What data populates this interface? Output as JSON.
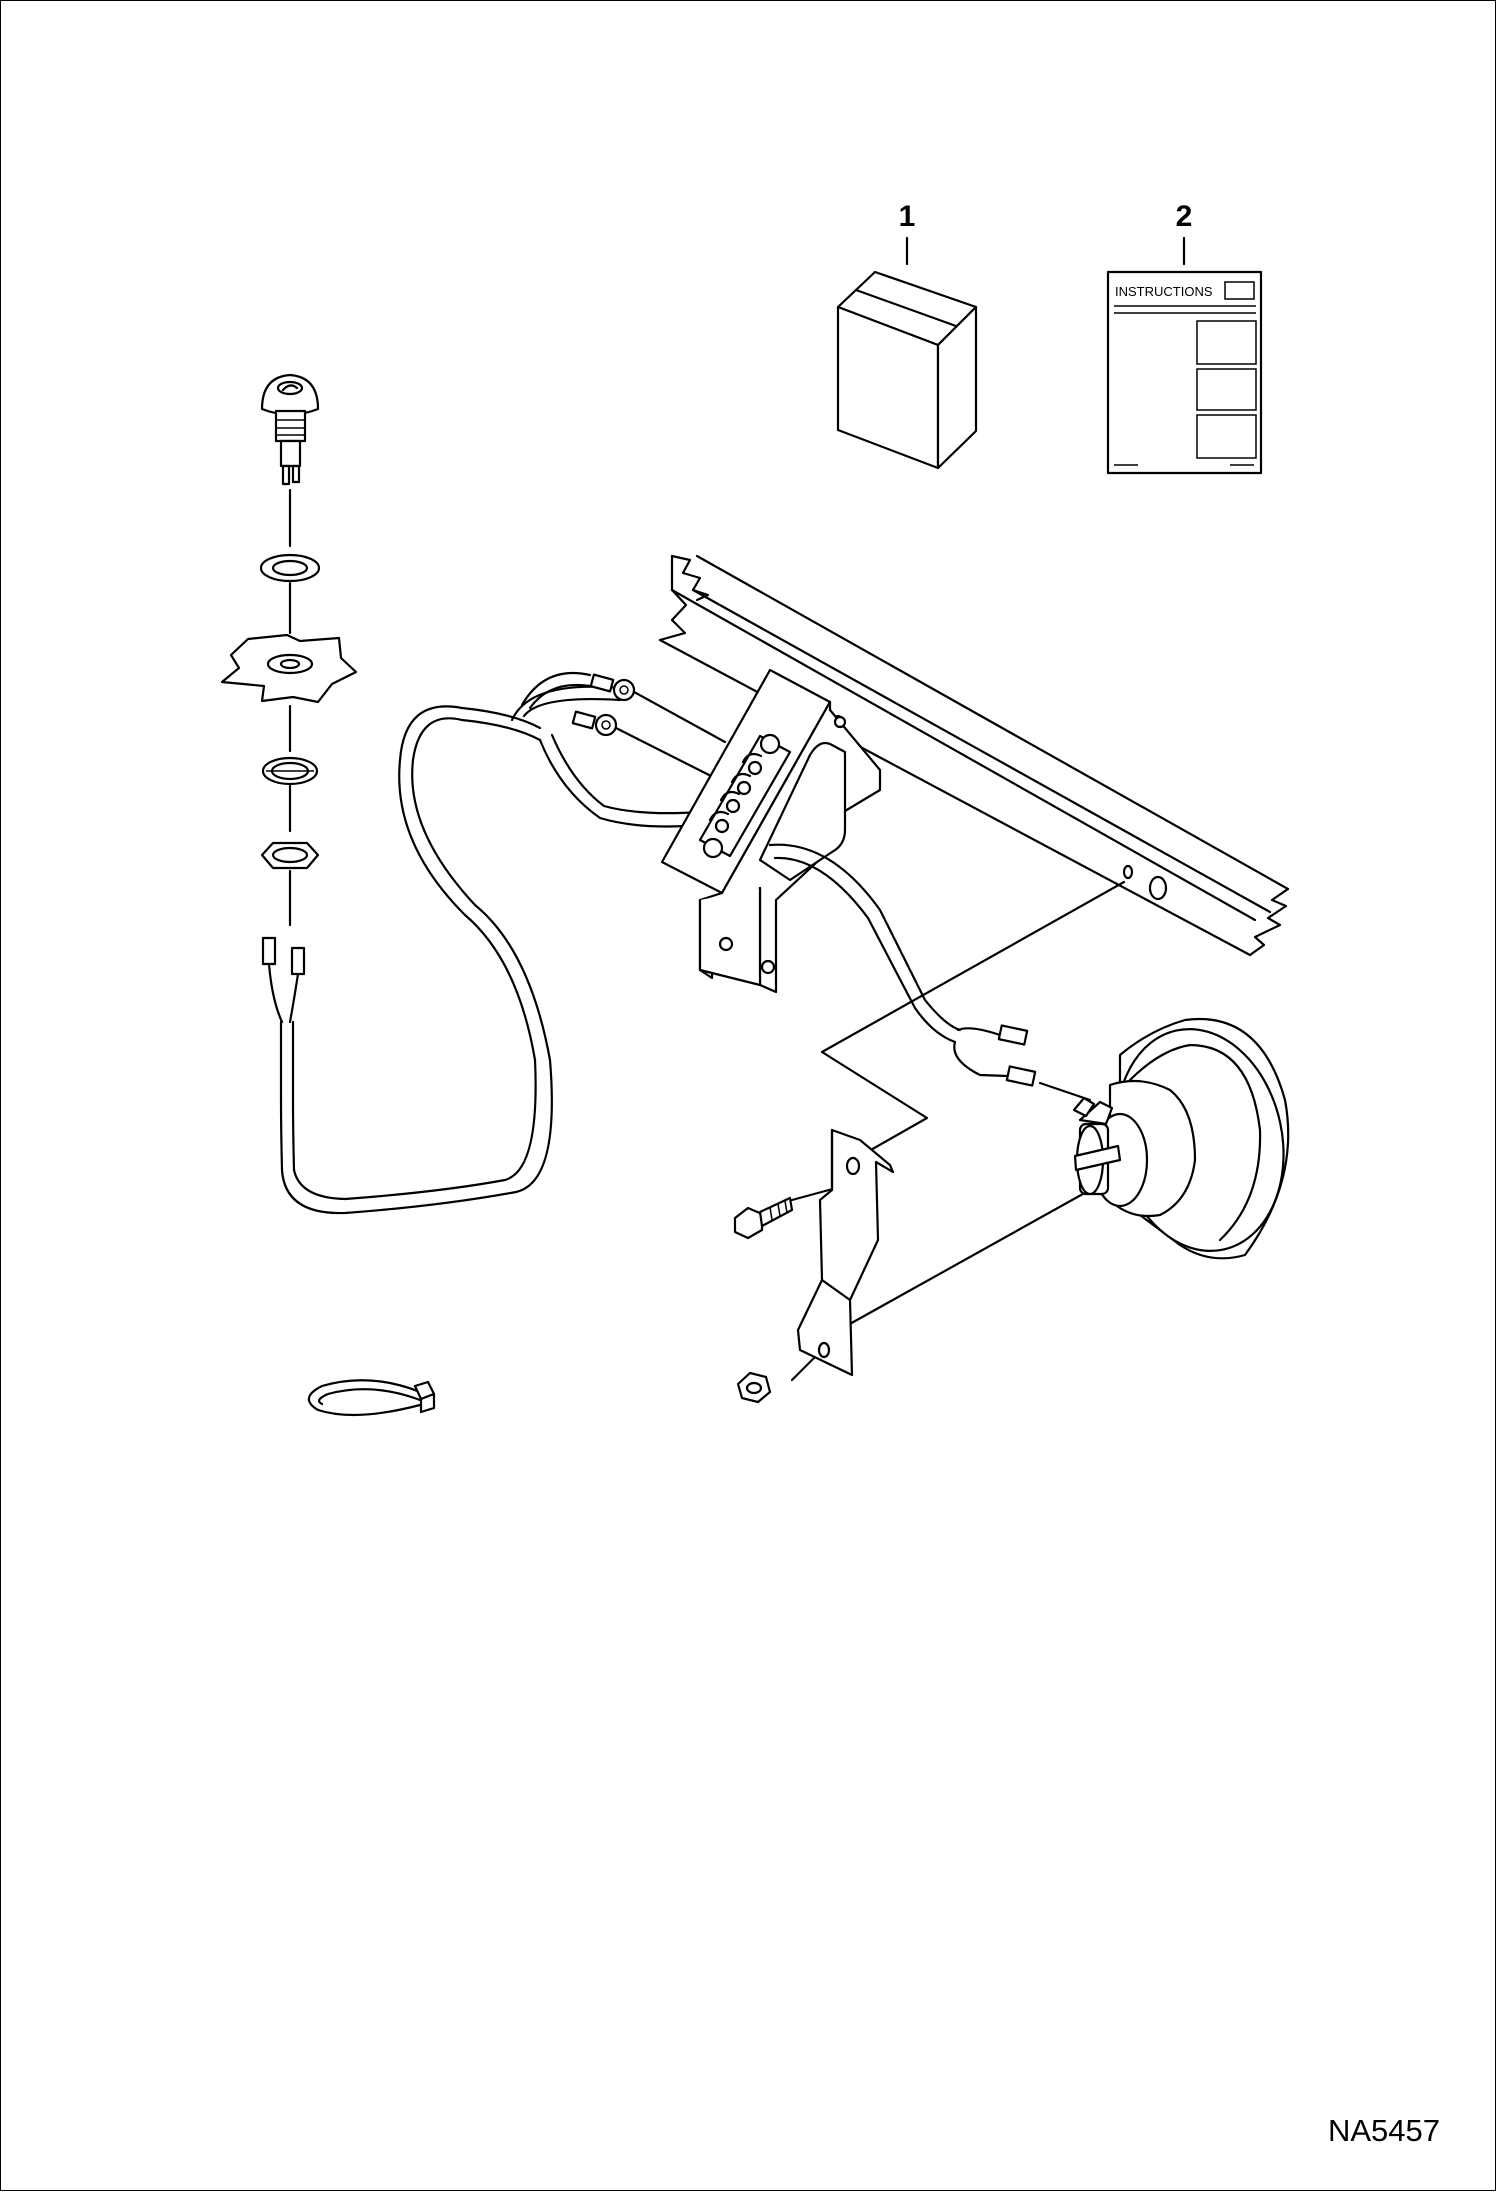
{
  "callouts": [
    {
      "id": "1",
      "label": "1"
    },
    {
      "id": "2",
      "label": "2"
    }
  ],
  "instructions_sheet": {
    "heading": "INSTRUCTIONS"
  },
  "drawing_id": "NA5457"
}
